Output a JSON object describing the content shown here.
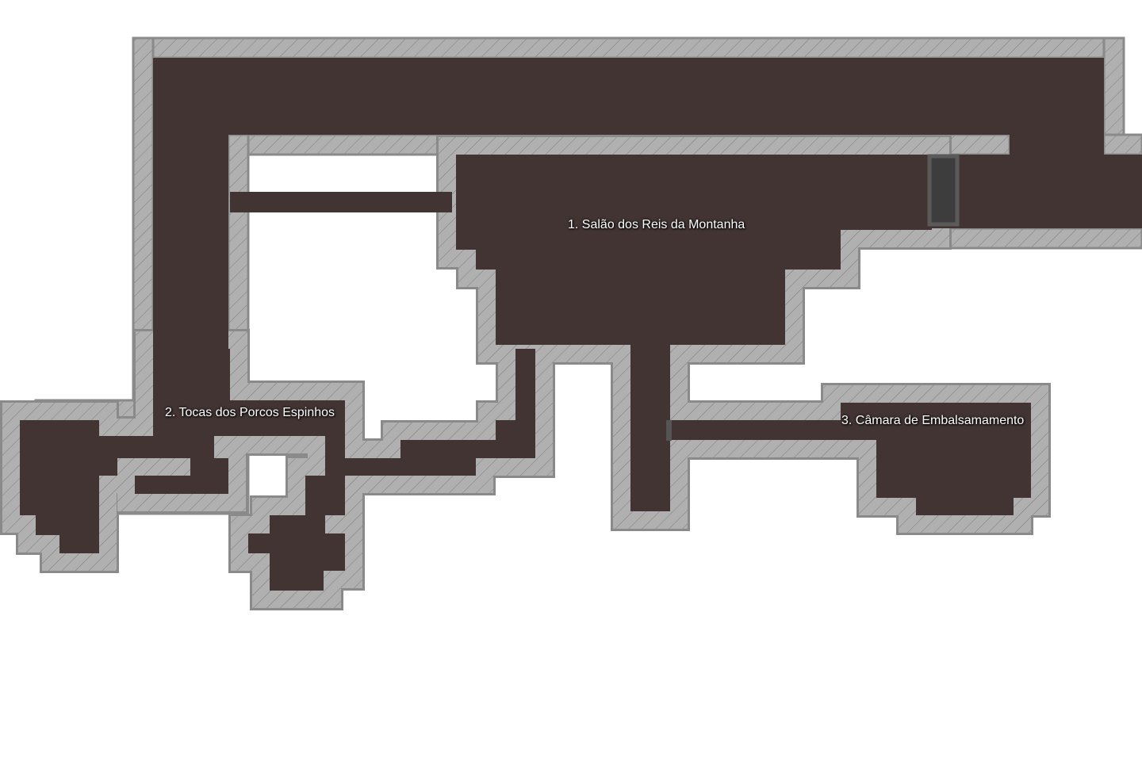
{
  "map": {
    "colors": {
      "floor": "#413433",
      "wall": "#b0b0b0",
      "wall_edge": "#8a8a8a",
      "door": "#3d3d3d"
    },
    "rooms": [
      {
        "label": "1. Salão dos Reis da Montanha"
      },
      {
        "label": "2. Tocas dos Porcos Espinhos"
      },
      {
        "label": "3. Câmara de Embalsamamento"
      }
    ]
  }
}
